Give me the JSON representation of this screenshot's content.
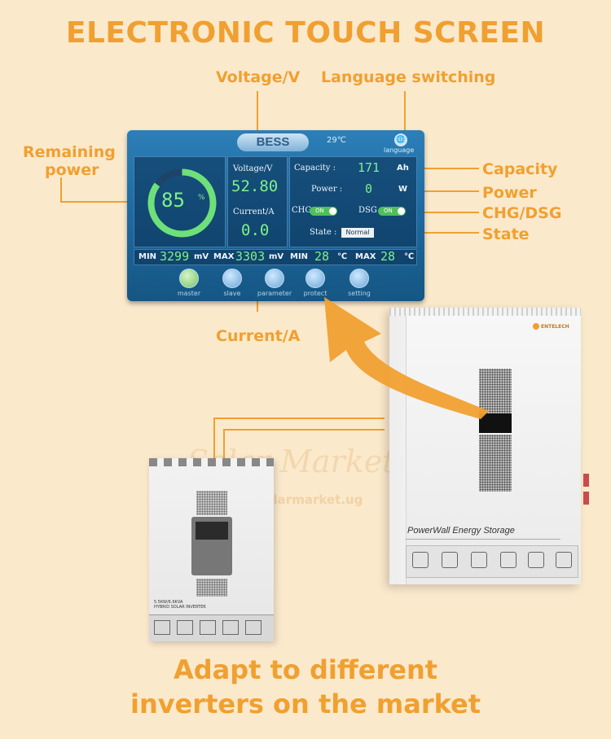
{
  "header": {
    "title": "ELECTRONIC TOUCH SCREEN"
  },
  "callouts": {
    "voltage": "Voltage/V",
    "language": "Language switching",
    "remaining_line1": "Remaining",
    "remaining_line2": "power",
    "capacity": "Capacity",
    "power": "Power",
    "chg_dsg": "CHG/DSG",
    "state": "State",
    "current": "Current/A"
  },
  "screen": {
    "title": "BESS",
    "temperature": "29℃",
    "language_label": "language",
    "soc": "85",
    "soc_unit": "%",
    "voltage_label": "Voltage/V",
    "voltage_value": "52.80",
    "current_label": "Current/A",
    "current_value": "0.0",
    "capacity_label": "Capacity :",
    "capacity_value": "171",
    "capacity_unit": "Ah",
    "power_label": "Power :",
    "power_value": "0",
    "power_unit": "W",
    "chg_label": "CHG",
    "chg_state": "ON",
    "dsg_label": "DSG",
    "dsg_state": "ON",
    "state_label": "State :",
    "state_value": "Normal",
    "min_v_label": "MIN",
    "min_v_value": "3299",
    "max_v_label": "MAX",
    "max_v_value": "3303",
    "mv_unit": "mV",
    "min_t_label": "MIN",
    "min_t_value": "28",
    "max_t_label": "MAX",
    "max_t_value": "28",
    "temp_unit": "℃",
    "nav": [
      "master",
      "slave",
      "parameter",
      "protect",
      "setting"
    ],
    "soc_fraction": 0.85
  },
  "devices": {
    "storage_label": "PowerWall Energy Storage",
    "storage_brand": "ENTELECH",
    "inverter_model": "5.5KW/6.6KVA",
    "inverter_name": "HYBRID SOLAR INVERTER"
  },
  "watermark": {
    "name": "Solar Market",
    "url": "www.solarmarket.ug"
  },
  "footer": {
    "line1": "Adapt to different",
    "line2": "inverters on the market"
  },
  "colors": {
    "accent": "#f0a030",
    "background": "#fbe9cc",
    "lcd_green": "#7ff08a"
  }
}
